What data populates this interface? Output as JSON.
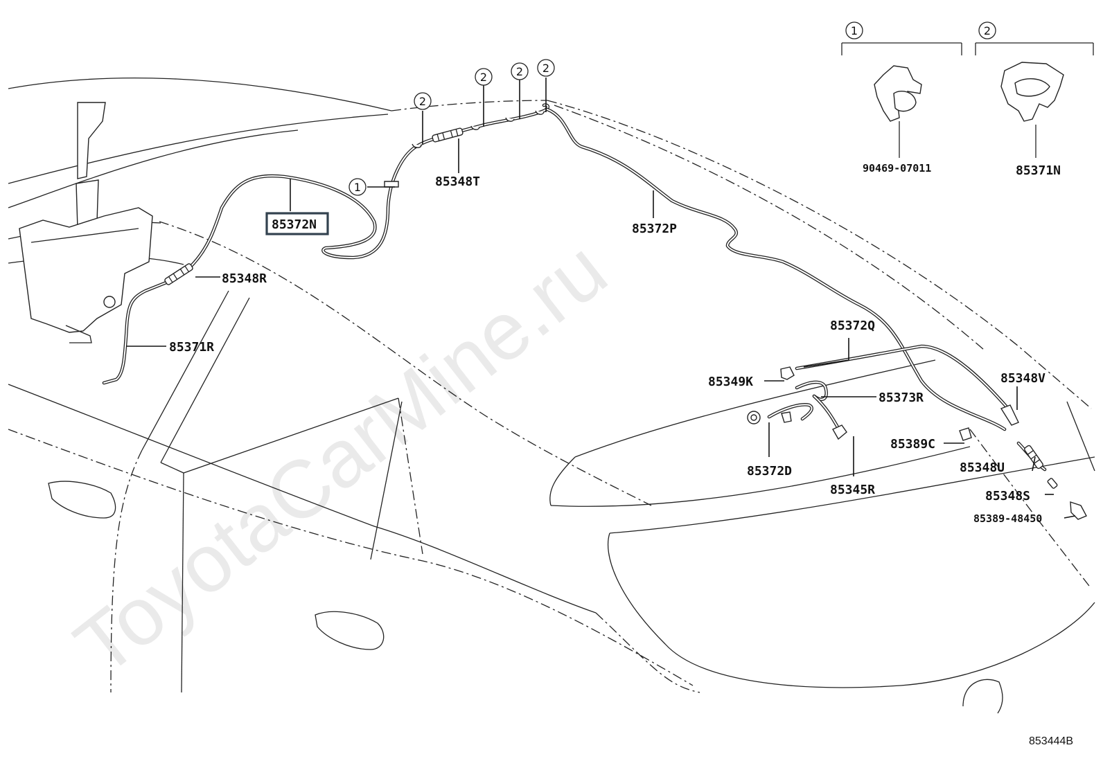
{
  "labels": {
    "p85372N": "85372N",
    "p85348T": "85348T",
    "p85372P": "85372P",
    "p85348R": "85348R",
    "p85371R": "85371R",
    "p90469": "90469-07011",
    "p85371N": "85371N",
    "p85372Q": "85372Q",
    "p85349K": "85349K",
    "p85348V": "85348V",
    "p85373R": "85373R",
    "p85389C": "85389C",
    "p85372D": "85372D",
    "p85348U": "85348U",
    "p85345R": "85345R",
    "p85348S": "85348S",
    "p85389_48450": "85389-48450"
  },
  "callouts": {
    "one": "1",
    "two": "2"
  },
  "highlighted_part": "85372N",
  "diagram_code": "853444B",
  "watermark": "ToyotaCarMine.ru",
  "colors": {
    "line": "#222222",
    "highlight_box": "#33424f",
    "watermark": "#d9d9d9"
  }
}
